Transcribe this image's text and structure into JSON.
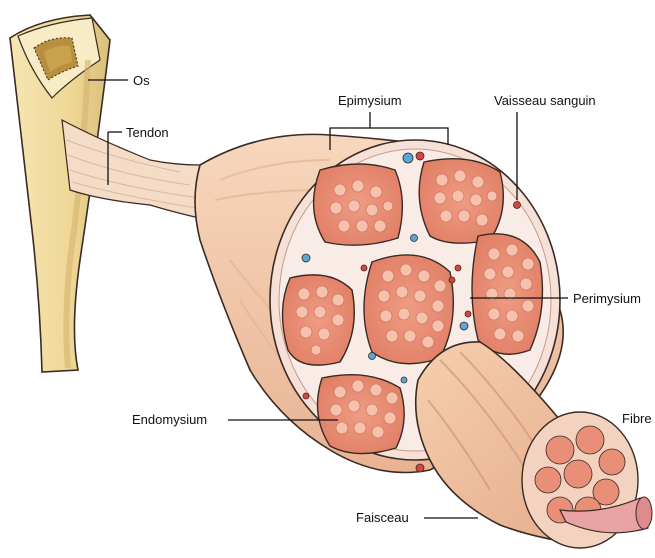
{
  "labels": {
    "os": "Os",
    "tendon": "Tendon",
    "epimysium": "Epimysium",
    "vaisseau": "Vaisseau sanguin",
    "perimysium": "Perimysium",
    "endomysium": "Endomysium",
    "fibre": "Fibre",
    "faisceau": "Faisceau"
  },
  "colors": {
    "bone": "#f3dfa2",
    "bone_shade": "#e2c77d",
    "muscle": "#f3c9aa",
    "muscle_dark": "#e2a98a",
    "fascicle": "#e98f78",
    "fiber_dot": "#f6c6b4",
    "outline": "#3a2a24",
    "vessel_red": "#d9453c",
    "vessel_blue": "#5aa6d6"
  }
}
